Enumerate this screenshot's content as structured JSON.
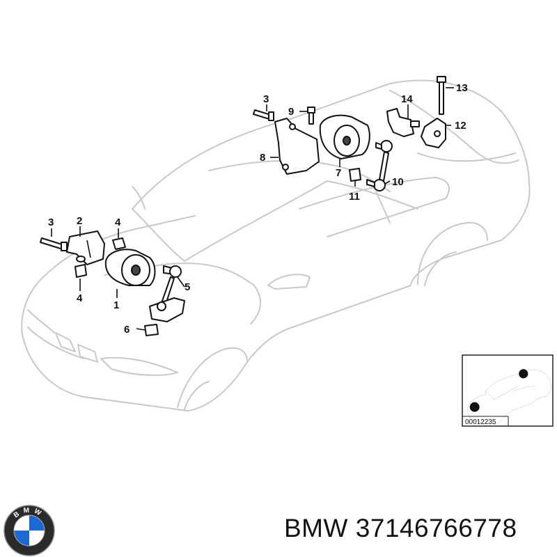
{
  "callouts": [
    {
      "id": "1",
      "label": "1"
    },
    {
      "id": "2",
      "label": "2"
    },
    {
      "id": "3a",
      "label": "3"
    },
    {
      "id": "3b",
      "label": "3"
    },
    {
      "id": "4a",
      "label": "4"
    },
    {
      "id": "4b",
      "label": "4"
    },
    {
      "id": "5",
      "label": "5"
    },
    {
      "id": "6",
      "label": "6"
    },
    {
      "id": "7",
      "label": "7"
    },
    {
      "id": "8",
      "label": "8"
    },
    {
      "id": "9",
      "label": "9"
    },
    {
      "id": "10",
      "label": "10"
    },
    {
      "id": "11",
      "label": "11"
    },
    {
      "id": "12",
      "label": "12"
    },
    {
      "id": "13",
      "label": "13"
    },
    {
      "id": "14",
      "label": "14"
    }
  ],
  "inset": {
    "code": "00012235"
  },
  "logo": {
    "text": "BMW"
  },
  "caption": "BMW 37146766778",
  "colors": {
    "car_outline": "#c8c8c8",
    "parts": "#111111",
    "logo_blue": "#1c69d4"
  }
}
